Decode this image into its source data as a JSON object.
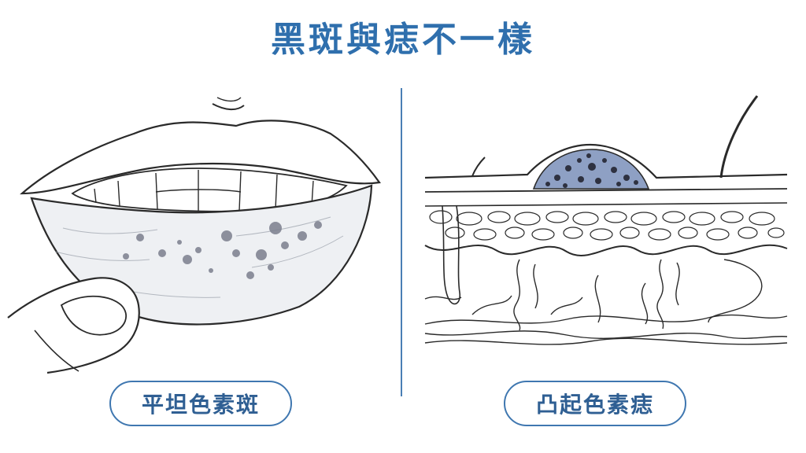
{
  "title": "黑斑與痣不一樣",
  "left_label": "平坦色素斑",
  "right_label": "凸起色素痣",
  "colors": {
    "accent": "#2f6fad",
    "divider": "#4a7fb5",
    "spot": "#7b7f8e",
    "mole_fill": "#8ea0c4",
    "line": "#2a2a2a"
  }
}
